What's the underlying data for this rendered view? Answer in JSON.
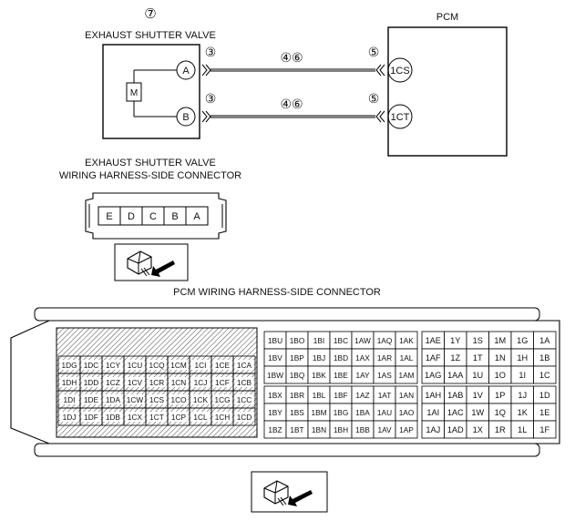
{
  "schematic": {
    "valve_ref": "⑦",
    "valve_title": "EXHAUST SHUTTER VALVE",
    "motor_label": "M",
    "pcm_title": "PCM",
    "wires": [
      {
        "valve_pin": "A",
        "valve_ref": "③",
        "mid_ref": "④⑥",
        "pcm_ref": "⑤",
        "pcm_pin": "1CS"
      },
      {
        "valve_pin": "B",
        "valve_ref": "③",
        "mid_ref": "④⑥",
        "pcm_ref": "⑤",
        "pcm_pin": "1CT"
      }
    ]
  },
  "valve_connector": {
    "title_line1": "EXHAUST SHUTTER VALVE",
    "title_line2": "WIRING HARNESS-SIDE CONNECTOR",
    "pins": [
      "E",
      "D",
      "C",
      "B",
      "A"
    ]
  },
  "pcm_connector": {
    "title": "PCM WIRING HARNESS-SIDE CONNECTOR",
    "hatched_block": {
      "rows": [
        [
          "1DG",
          "1DC",
          "1CY",
          "1CU",
          "1CQ",
          "1CM",
          "1CI",
          "1CE",
          "1CA"
        ],
        [
          "1DH",
          "1DD",
          "1CZ",
          "1CV",
          "1CR",
          "1CN",
          "1CJ",
          "1CF",
          "1CB"
        ],
        [
          "1DI",
          "1DE",
          "1DA",
          "1CW",
          "1CS",
          "1CO",
          "1CK",
          "1CG",
          "1CC"
        ],
        [
          "1DJ",
          "1DF",
          "1DB",
          "1CX",
          "1CT",
          "1CP",
          "1CL",
          "1CH",
          "1CD"
        ]
      ]
    },
    "middle_block": {
      "top_rows": [
        [
          "1BU",
          "1BO",
          "1BI",
          "1BC",
          "1AW",
          "1AQ",
          "1AK"
        ],
        [
          "1BV",
          "1BP",
          "1BJ",
          "1BD",
          "1AX",
          "1AR",
          "1AL"
        ],
        [
          "1BW",
          "1BQ",
          "1BK",
          "1BE",
          "1AY",
          "1AS",
          "1AM"
        ]
      ],
      "bottom_rows": [
        [
          "1BX",
          "1BR",
          "1BL",
          "1BF",
          "1AZ",
          "1AT",
          "1AN"
        ],
        [
          "1BY",
          "1BS",
          "1BM",
          "1BG",
          "1BA",
          "1AU",
          "1AO"
        ],
        [
          "1BZ",
          "1BT",
          "1BN",
          "1BH",
          "1BB",
          "1AV",
          "1AP"
        ]
      ]
    },
    "right_block": {
      "top_rows": [
        [
          "1AE",
          "1Y",
          "1S",
          "1M",
          "1G",
          "1A"
        ],
        [
          "1AF",
          "1Z",
          "1T",
          "1N",
          "1H",
          "1B"
        ],
        [
          "1AG",
          "1AA",
          "1U",
          "1O",
          "1I",
          "1C"
        ]
      ],
      "bottom_rows": [
        [
          "1AH",
          "1AB",
          "1V",
          "1P",
          "1J",
          "1D"
        ],
        [
          "1AI",
          "1AC",
          "1W",
          "1Q",
          "1K",
          "1E"
        ],
        [
          "1AJ",
          "1AD",
          "1X",
          "1R",
          "1L",
          "1F"
        ]
      ]
    }
  }
}
